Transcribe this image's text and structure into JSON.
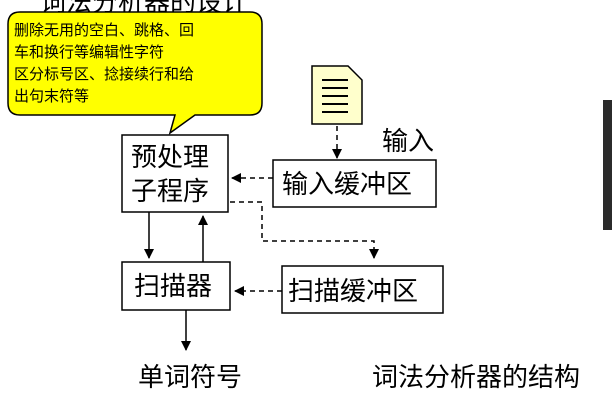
{
  "top_partial_text": "词法分析器的设计",
  "callout": {
    "lines": [
      "删除无用的空白、跳格、回",
      "车和换行等编辑性字符",
      "区分标号区、捻接续行和给",
      "出句末符等"
    ],
    "fill": "#FFFF00"
  },
  "preprocessor": {
    "lines": [
      "预处理",
      "子程序"
    ]
  },
  "input_label": "输入",
  "input_buffer": "输入缓冲区",
  "scanner": {
    "label": "扫描器",
    "color": "#FF0000"
  },
  "scan_buffer": {
    "label": "扫描缓冲区",
    "color": "#0055CC"
  },
  "output_label": "单词符号",
  "caption": "词法分析器的结构"
}
